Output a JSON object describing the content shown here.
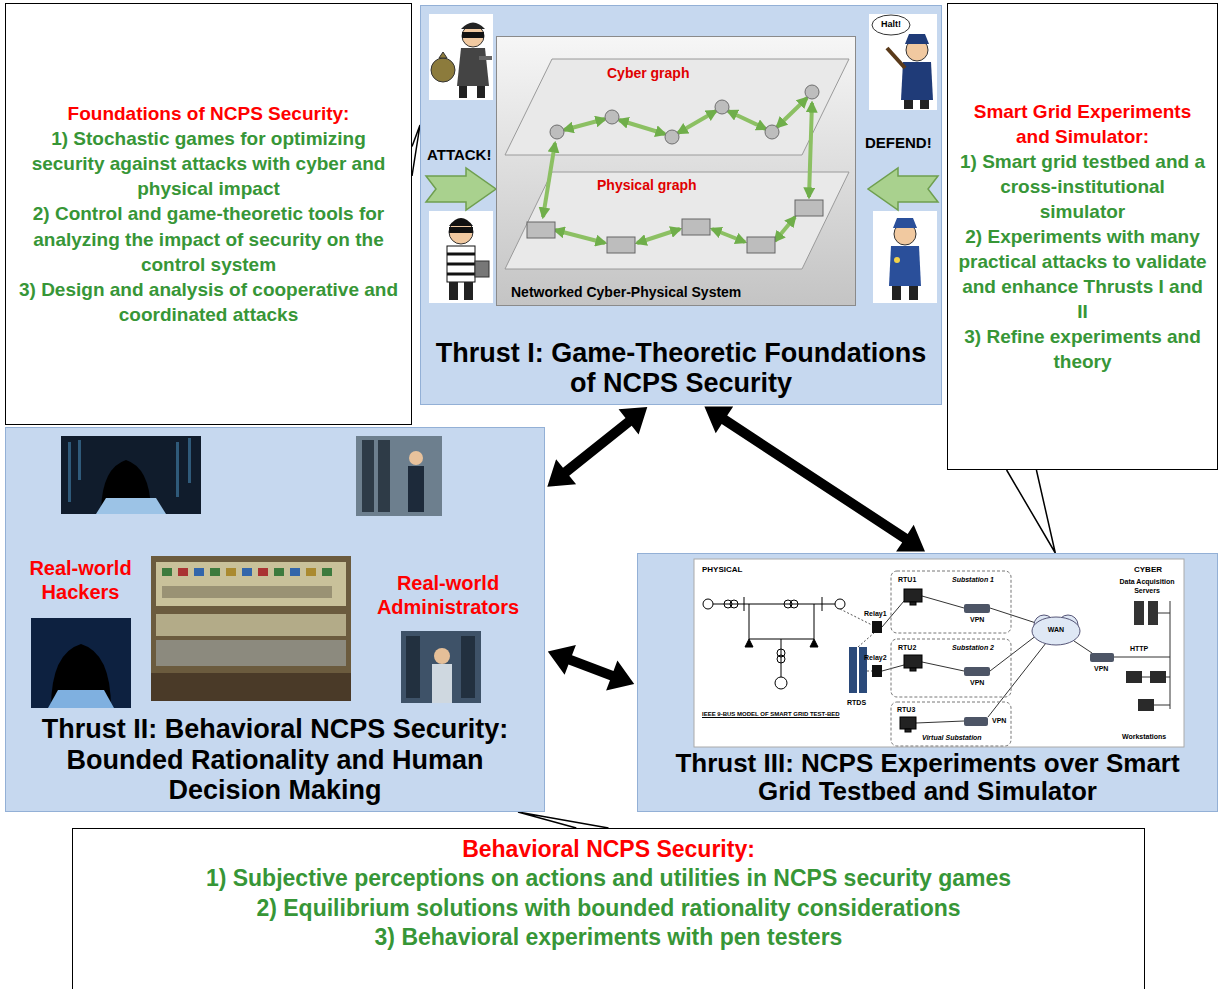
{
  "diagram": {
    "nodes": [
      {
        "text": [
          "Foundations of NCPS Security:",
          "1) Stochastic games for optimizing security against attacks with cyber and physical impact",
          "2) Control and game-theoretic tools for analyzing the impact of security on the control system",
          "3) Design and analysis of cooperative and coordinated attacks"
        ]
      },
      {
        "text": [
          "Thrust I: Game-Theoretic Foundations of NCPS Security"
        ]
      },
      {
        "text": [
          "Networked Cyber-Physical System"
        ],
        "in": 1
      },
      {
        "text": [
          "Smart Grid Experiments and Simulator:",
          "1) Smart grid testbed and a cross-institutional simulator",
          "2) Experiments with many practical attacks to validate and enhance Thrusts I and II",
          "3) Refine experiments and theory"
        ]
      },
      {
        "text": [
          "Thrust II: Behavioral NCPS Security: Bounded Rationality and Human Decision Making"
        ]
      },
      {
        "text": [
          "Thrust III: NCPS Experiments over Smart Grid Testbed and Simulator"
        ]
      },
      {
        "text": [
          "Behavioral NCPS Security:",
          "1) Subjective perceptions on actions and utilities in NCPS security games",
          "2) Equilibrium solutions with bounded rationality considerations",
          "3) Behavioral experiments with pen testers"
        ]
      }
    ],
    "edges": [
      {
        "from": 1,
        "to": 4,
        "arrow": "both"
      },
      {
        "from": 1,
        "to": 5,
        "arrow": "both"
      },
      {
        "from": 4,
        "to": 5,
        "arrow": "both"
      },
      {
        "from": 0,
        "to": 1,
        "arrow": "none"
      },
      {
        "from": 3,
        "to": 5,
        "arrow": "none"
      },
      {
        "from": 6,
        "to": 4,
        "arrow": "none"
      }
    ],
    "labels": [
      "ATTACK!",
      "DEFEND!",
      "Halt!",
      "Cyber graph",
      "Physical graph",
      "Real-world Hackers",
      "Real-world Administrators",
      "PHYSICAL",
      "CYBER",
      "Relay1",
      "Relay2",
      "RTU1",
      "RTU2",
      "RTU3",
      "Substation 1",
      "Substation 2",
      "Virtual Substation",
      "VPN",
      "VPN",
      "VPN",
      "WAN",
      "VPN",
      "Data Acquisition Servers",
      "HTTP",
      "Workstations",
      "IEEE 9-BUS MODEL OF SMART GRID TEST-BED",
      "RTDS"
    ]
  }
}
